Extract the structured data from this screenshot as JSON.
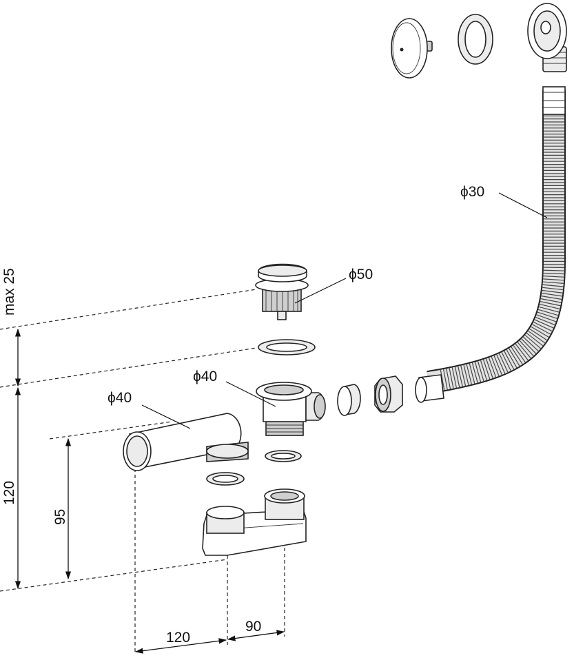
{
  "labels": {
    "hose_diameter": "ϕ30",
    "plug_diameter": "ϕ50",
    "drain_diameter": "ϕ40",
    "overflow_pipe_diameter": "ϕ40",
    "plug_travel": "max 25",
    "total_height": "120",
    "pipe_height": "95",
    "horizontal_offset_a": "120",
    "horizontal_offset_b": "90"
  }
}
